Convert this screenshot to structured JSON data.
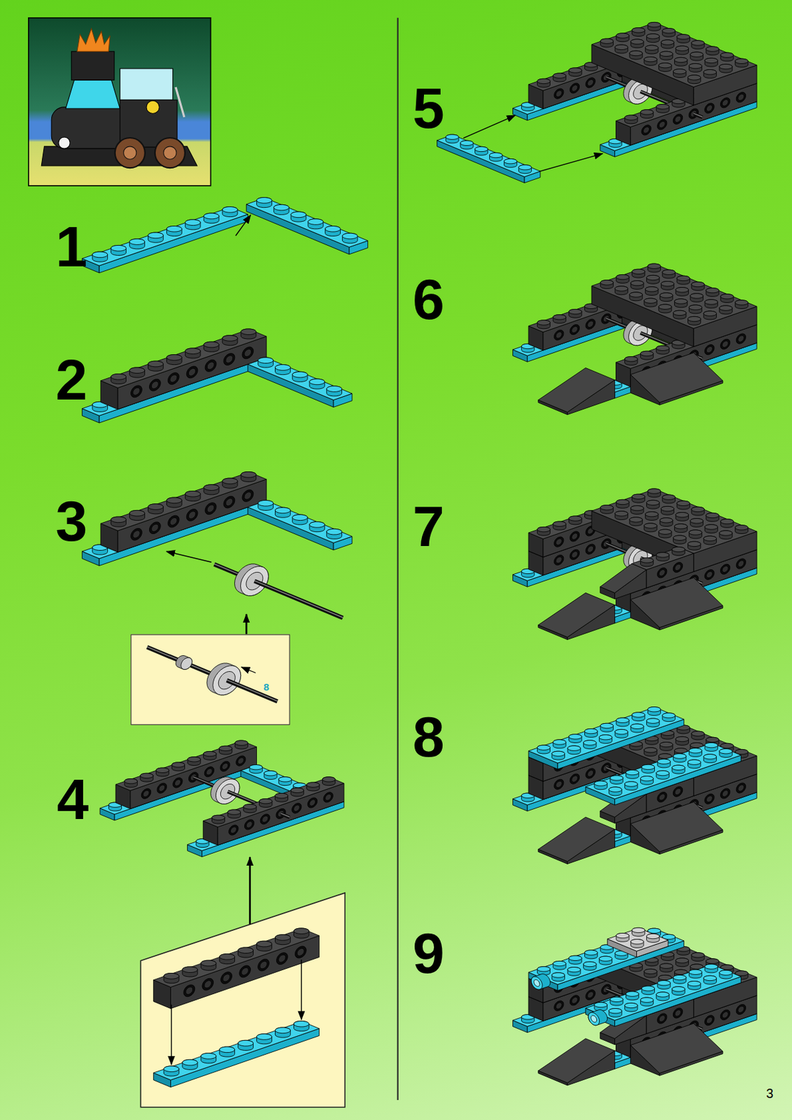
{
  "diagram": {
    "nodes": [
      {
        "text": [
          "8"
        ]
      }
    ],
    "labels": [
      "1",
      "2",
      "3",
      "4",
      "5",
      "6",
      "7",
      "8",
      "9",
      "3"
    ]
  }
}
